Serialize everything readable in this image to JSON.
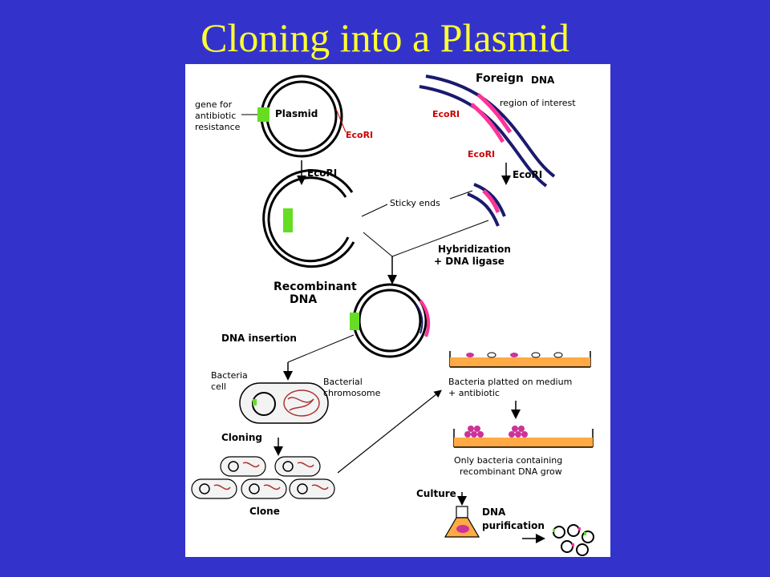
{
  "title": "Cloning into a Plasmid",
  "labels": {
    "gene_for": "gene for",
    "antibiotic": "antibiotic",
    "resistance": "resistance",
    "plasmid": "Plasmid",
    "ecori": "EcoRI",
    "foreign": "Foreign",
    "dna": "DNA",
    "region_of_interest": "region of interest",
    "sticky_ends": "Sticky ends",
    "hybridization": "Hybridization",
    "dna_ligase": "+ DNA ligase",
    "recombinant": "Recombinant",
    "recombinant_dna_word": "DNA",
    "dna_insertion": "DNA insertion",
    "bacteria": "Bacteria",
    "cell": "cell",
    "bacterial": "Bacterial",
    "chromosome": "chromosome",
    "cloning": "Cloning",
    "clone": "Clone",
    "plated_line1": "Bacteria platted on medium",
    "plated_line2": "+ antibiotic",
    "only_line1": "Only bacteria containing",
    "only_line2": "recombinant DNA grow",
    "culture": "Culture",
    "dna_purif_1": "DNA",
    "dna_purif_2": "purification"
  },
  "colors": {
    "background": "#3333cc",
    "title": "#ffff33",
    "resistance_gene": "#66dd22",
    "foreign_strand": "#1a1a6e",
    "insert": "#ff3399",
    "ecori_text": "#cc0000",
    "medium": "#ffaa44",
    "colony": "#cc3399"
  }
}
